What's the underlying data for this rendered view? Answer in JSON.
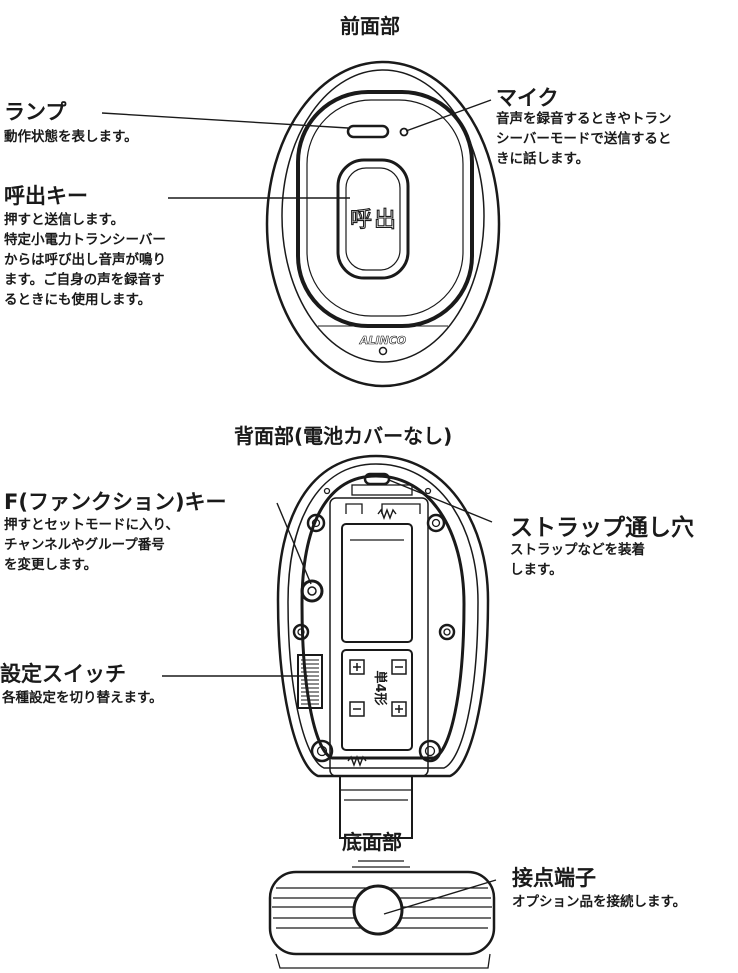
{
  "sections": {
    "front": "前面部",
    "back": "背面部(電池カバーなし)",
    "bottom": "底面部"
  },
  "device": {
    "call_button_text": "呼出",
    "brand_logo": "ALINCO",
    "battery_label": "単4形"
  },
  "callouts": {
    "lamp": {
      "title": "ランプ",
      "desc": [
        "動作状態を表します。"
      ]
    },
    "mic": {
      "title": "マイク",
      "desc": [
        "音声を録音するときやトラン",
        "シーバーモードで送信すると",
        "きに話します。"
      ]
    },
    "call_key": {
      "title": "呼出キー",
      "desc": [
        "押すと送信します。",
        "特定小電力トランシーバー",
        "からは呼び出し音声が鳴り",
        "ます。ご自身の声を録音す",
        "るときにも使用します。"
      ]
    },
    "f_key": {
      "title": "F(ファンクション)キー",
      "desc": [
        "押すとセットモードに入り、",
        "チャンネルやグループ番号",
        "を変更します。"
      ]
    },
    "strap_hole": {
      "title": "ストラップ通し穴",
      "desc": [
        "ストラップなどを装着",
        "します。"
      ]
    },
    "setting_switch": {
      "title": "設定スイッチ",
      "desc": [
        "各種設定を切り替えます。"
      ]
    },
    "contact_terminal": {
      "title": "接点端子",
      "desc": [
        "オプション品を接続します。"
      ]
    }
  }
}
